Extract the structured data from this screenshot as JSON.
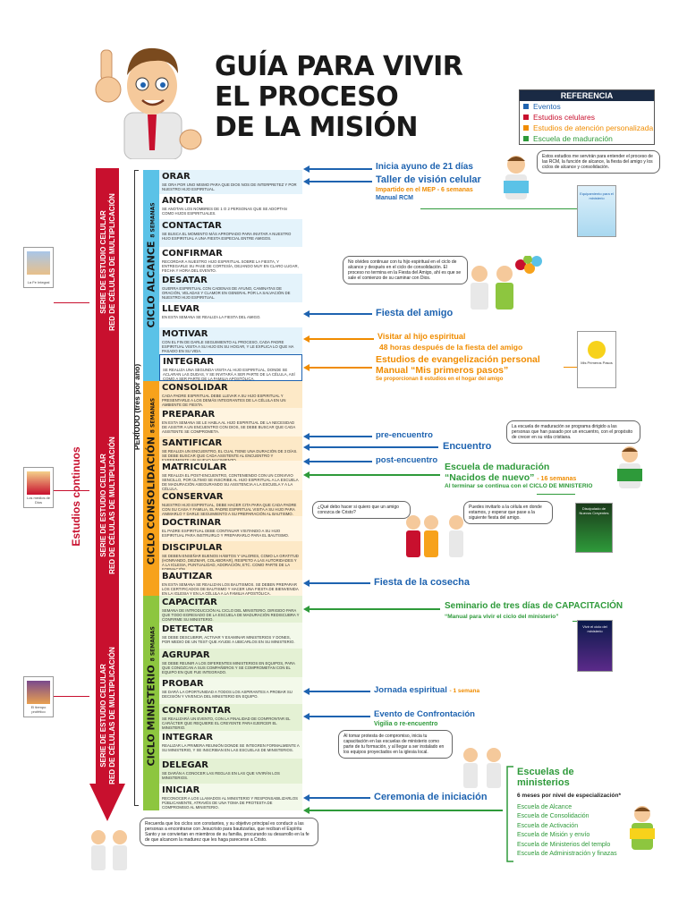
{
  "title": {
    "line1": "GUÍA PARA VIVIR",
    "line2": "EL PROCESO",
    "line3": "DE LA MISIÓN"
  },
  "legend": {
    "header": "REFERENCIA",
    "items": [
      {
        "label": "Eventos",
        "color": "#1e63b0"
      },
      {
        "label": "Estudios celulares",
        "color": "#c8102e"
      },
      {
        "label": "Estudios de atención personalizada",
        "color": "#f08c00"
      },
      {
        "label": "Escuela de maduración",
        "color": "#2e9a3a"
      }
    ]
  },
  "left": {
    "series_line1": "SERIE DE ESTUDIO CELULAR",
    "series_line2": "RED DE CÉLULAS DE MULTIPLICACIÓN",
    "continuous": "Estudios continuos",
    "period": "PERÍODO (tres por año)",
    "book_captions": [
      "La Fe Integral",
      "Los medios de Dios",
      "El tiempo profético"
    ]
  },
  "cycles": {
    "alcance": {
      "label": "CICLO ALCANCE",
      "sub": "8 SEMANAS",
      "color": "#5bc2e7"
    },
    "consolidacion": {
      "label": "CICLO CONSOLIDACIÓN",
      "sub": "8 SEMANAS",
      "color": "#f7a21b"
    },
    "ministerio": {
      "label": "CICLO MINISTERIO",
      "sub": "8 SEMANAS",
      "color": "#8dc63f"
    }
  },
  "steps": [
    {
      "name": "ORAR",
      "desc": "Se ora por uno mismo para que Dios nos de interpretez y por nuestro hijo espiritual."
    },
    {
      "name": "ANOTAR",
      "desc": "Se anotan los nombres de 1 o 2 personas que se adoptan como hijos espirituales."
    },
    {
      "name": "CONTACTAR",
      "desc": "Se busca el momento más apropiado para invitar a nuestro hijo espiritual a una fiesta especial entre amigos."
    },
    {
      "name": "CONFIRMAR",
      "desc": "Recordar a nuestro hijo espiritual sobre la fiesta, y entregarle su pase de cortesía, dejando muy en claro lugar, fecha y hora del evento."
    },
    {
      "name": "DESATAR",
      "desc": "Guerra espiritual con cadenas de ayuno, caminatas de oración, veladas y clamor en general por la salvación de nuestro hijo espiritual."
    },
    {
      "name": "LLEVAR",
      "desc": "En esta semana se realiza la fiesta del amigo."
    },
    {
      "name": "MOTIVAR",
      "desc": "Con el fin de darle seguimiento al proceso, cada padre espiritual visita a su hijo en su hogar, y le explica lo que ha pasado en su vida."
    },
    {
      "name": "INTEGRAR",
      "desc": "Se realiza una segunda visita al hijo espiritual, donde se aclaran las dudas, y se invitará a ser parte de la célula, así como a ser parte de la familia apostólica."
    },
    {
      "name": "CONSOLIDAR",
      "desc": "Cada padre espiritual debe llevar a su hijo espiritual y presentarle a los demás integrantes de la célula en un ambiente de fiesta."
    },
    {
      "name": "PREPARAR",
      "desc": "En esta semana se le habla al hijo espiritual de la necesidad de asistir a un encuentro con Dios, se debe buscar que cada asistente se comprometa."
    },
    {
      "name": "SANTIFICAR",
      "desc": "Se realiza un encuentro, el cual tiene una duración de 3 días. Se debe buscar que cada asistente al encuentro y experimente un nuevo nacimiento."
    },
    {
      "name": "MATRICULAR",
      "desc": "Se realiza el post-encuentro, conteniendo con un convivio sencillo, por último se inscribe al hijo espiritual a la escuela de maduración asegurando su asistencia a la escuela y a la célula."
    },
    {
      "name": "CONSERVAR",
      "desc": "Nuestro hijo espiritual, debe hacer cita para que cada padre con su casa y familia, el padre espiritual visita a su hijo para animarlo y darle seguimiento a su preparación al bautismo."
    },
    {
      "name": "DOCTRINAR",
      "desc": "El padre espiritual debe continuar visitando a su hijo espiritual para instruirlo y prepararlo para el bautismo."
    },
    {
      "name": "DISCIPULAR",
      "desc": "Se deben enseñar buenos hábitos y valores, como la gratitud (honrando, diezmar, colaborar), respeto a las autoridades y a la iglesia, puntualidad, adoración, etc. como parte de la formación."
    },
    {
      "name": "BAUTIZAR",
      "desc": "En esta semana se realizan los bautismos. Se deben preparar los certificados de bautismo y hacer una fiesta de bienvenida en la iglesia y en la célula a la familia apostólica."
    },
    {
      "name": "CAPACITAR",
      "desc": "Semana de introducción al ciclo del ministerio. Dirigido para que todo egresado de la escuela de maduración rediscubra y confirme su ministerio."
    },
    {
      "name": "DETECTAR",
      "desc": "Se debe descubrir, activar y examinar ministerios y dones, por medio de un test que ayude a ubicarlos en su ministerio."
    },
    {
      "name": "AGRUPAR",
      "desc": "Se debe reunir a los diferentes ministerios en equipos, para que conozcan a sus compañeros y se comprometan con el equipo en que fue integrado."
    },
    {
      "name": "PROBAR",
      "desc": "Se dará la oportunidad a todos los aspirantes a probar su decisión y vivencia del ministerio en equipo."
    },
    {
      "name": "CONFRONTAR",
      "desc": "Se realizará un evento, con la finalidad de confrontar el carácter que requiere el creyente para ejercer el ministerio."
    },
    {
      "name": "INTEGRAR",
      "desc": "Realizar la primera reunión donde se integren formalmente a su ministerio, y se inscriban en las escuelas de ministerios."
    },
    {
      "name": "DELEGAR",
      "desc": "Se darán a conocer las reglas en las que vivirán los ministerios."
    },
    {
      "name": "INICIAR",
      "desc": "Reconocer a los llamados al ministerio y responsabilizarlos públicamente, através de una toma de protesta de compromiso al ministerio."
    }
  ],
  "events": {
    "ayuno": "Inicia ayuno de 21 días",
    "taller": "Taller de visión celular",
    "taller_sub": "Impartido en el MEP - 6 semanas",
    "taller_manual": "Manual RCM",
    "fiesta_amigo": "Fiesta del amigo",
    "visitar": "Visitar al hijo espiritual",
    "visitar_sub": "48 horas después de la fiesta del amigo",
    "estudios_evang": "Estudios de evangelización personal",
    "manual_primeros": "Manual “Mis primeros pasos”",
    "estudios_sub": "Se proporcionan 8 estudios en el hogar del amigo",
    "pre_encuentro": "pre-encuentro",
    "encuentro": "Encuentro",
    "post_encuentro": "post-encuentro",
    "escuela_maduracion": "Escuela de maduración",
    "nacidos": "“Nacidos de nuevo”",
    "nacidos_weeks": "- 16 semanas",
    "al_terminar": "Al terminar se continua con el CICLO DE MINISTERIO",
    "fiesta_cosecha": "Fiesta de la cosecha",
    "seminario": "Seminario de tres días de CAPACITACIÓN",
    "seminario_manual": "“Manual para vivir el ciclo del ministerio”",
    "jornada": "Jornada espiritual",
    "jornada_sub": "- 1 semana",
    "confrontacion": "Evento de Confrontación",
    "confrontacion_sub": "Vigilia o re-encuentro",
    "ceremonia": "Ceremonia de iniciación"
  },
  "schools": {
    "title_line1": "Escuelas de",
    "title_line2": "ministerios",
    "subtitle": "6 meses por nivel de especialización*",
    "items": [
      "Escuela de Alcance",
      "Escuela de Consolidación",
      "Escuela de Activación",
      "Escuela de Misión y envío",
      "Escuela de Ministerios del templo",
      "Escuela de Administración y finazas"
    ]
  },
  "bubbles": {
    "b1": "Estos estudios me servirán para entender el proceso de las RCM, la función de alcance, la fiesta del amigo y los ciclos de alcance y consolidación.",
    "b2": "No olvides continuar con tu hijo espiritual en el ciclo de alcance y después en el ciclo de consolidación. El proceso no termina en la Fiesta del Amigo, ahí es que se sale el comienzo de su caminar con Dios.",
    "b3": "La escuela de maduración se programa dirigido a las personas que han pasado por un encuentro, con el propósito de crecer en su vida cristiana.",
    "b4": "¿Qué debo hacer si quiero que un amigo conozca de Cristo?",
    "b5": "Puedes invitarlo a la célula en donde estamos, y esperar que pase a la siguiente fiesta del amigo.",
    "b6": "Al tomar protesta de compromiso, inicia tu capacitación en las escuelas de ministerio como parte de tu formación, y al llegar a ser instalado en los equipos proyectados en la iglesia local.",
    "b7": "Recuerda que los ciclos son constantes, y su objetivo principal es conducir a las personas a encontrarse con Jesucristo para bautizarlas, que reciban el Espíritu Santo y se conviertan en miembros de su familia, procurando su desarrollo en la fe de que alcancen la madurez que les haga parecerse a Cristo."
  },
  "thumbs": {
    "t1": "Equipamiento para el ministerio",
    "t2": "Mis Primeros Pasos",
    "t3": "Discipulado de Nuevos Creyentes",
    "t4": "Vivir el ciclo del ministerio"
  }
}
